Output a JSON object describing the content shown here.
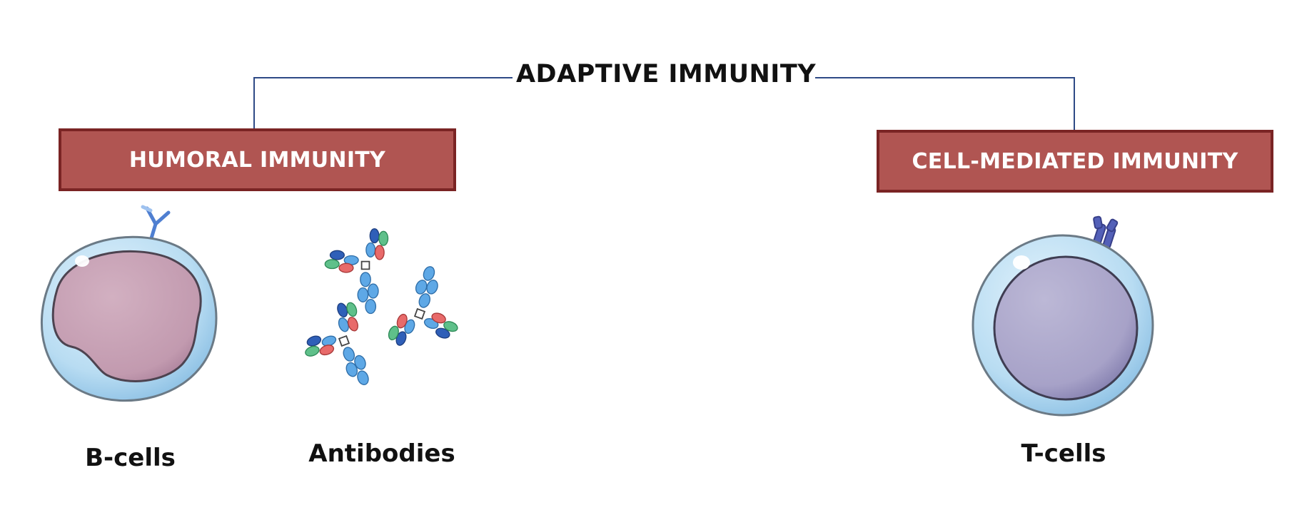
{
  "diagram": {
    "root": {
      "label": "ADAPTIVE IMMUNITY"
    },
    "branches": [
      {
        "label": "HUMORAL IMMUNITY",
        "items": [
          "B-cells",
          "Antibodies"
        ]
      },
      {
        "label": "CELL-MEDIATED IMMUNITY",
        "items": [
          "T-cells"
        ]
      }
    ]
  },
  "colors": {
    "box_fill": "#b05552",
    "box_border": "#7a2424",
    "connector": "#2e4a86",
    "bcell_nucleus": "#c7a1b4",
    "tcell_nucleus": "#aba7ca",
    "cell_membrane": "#a9d3ef"
  },
  "icons": [
    "b-cell-icon",
    "antibodies-icon",
    "t-cell-icon"
  ]
}
